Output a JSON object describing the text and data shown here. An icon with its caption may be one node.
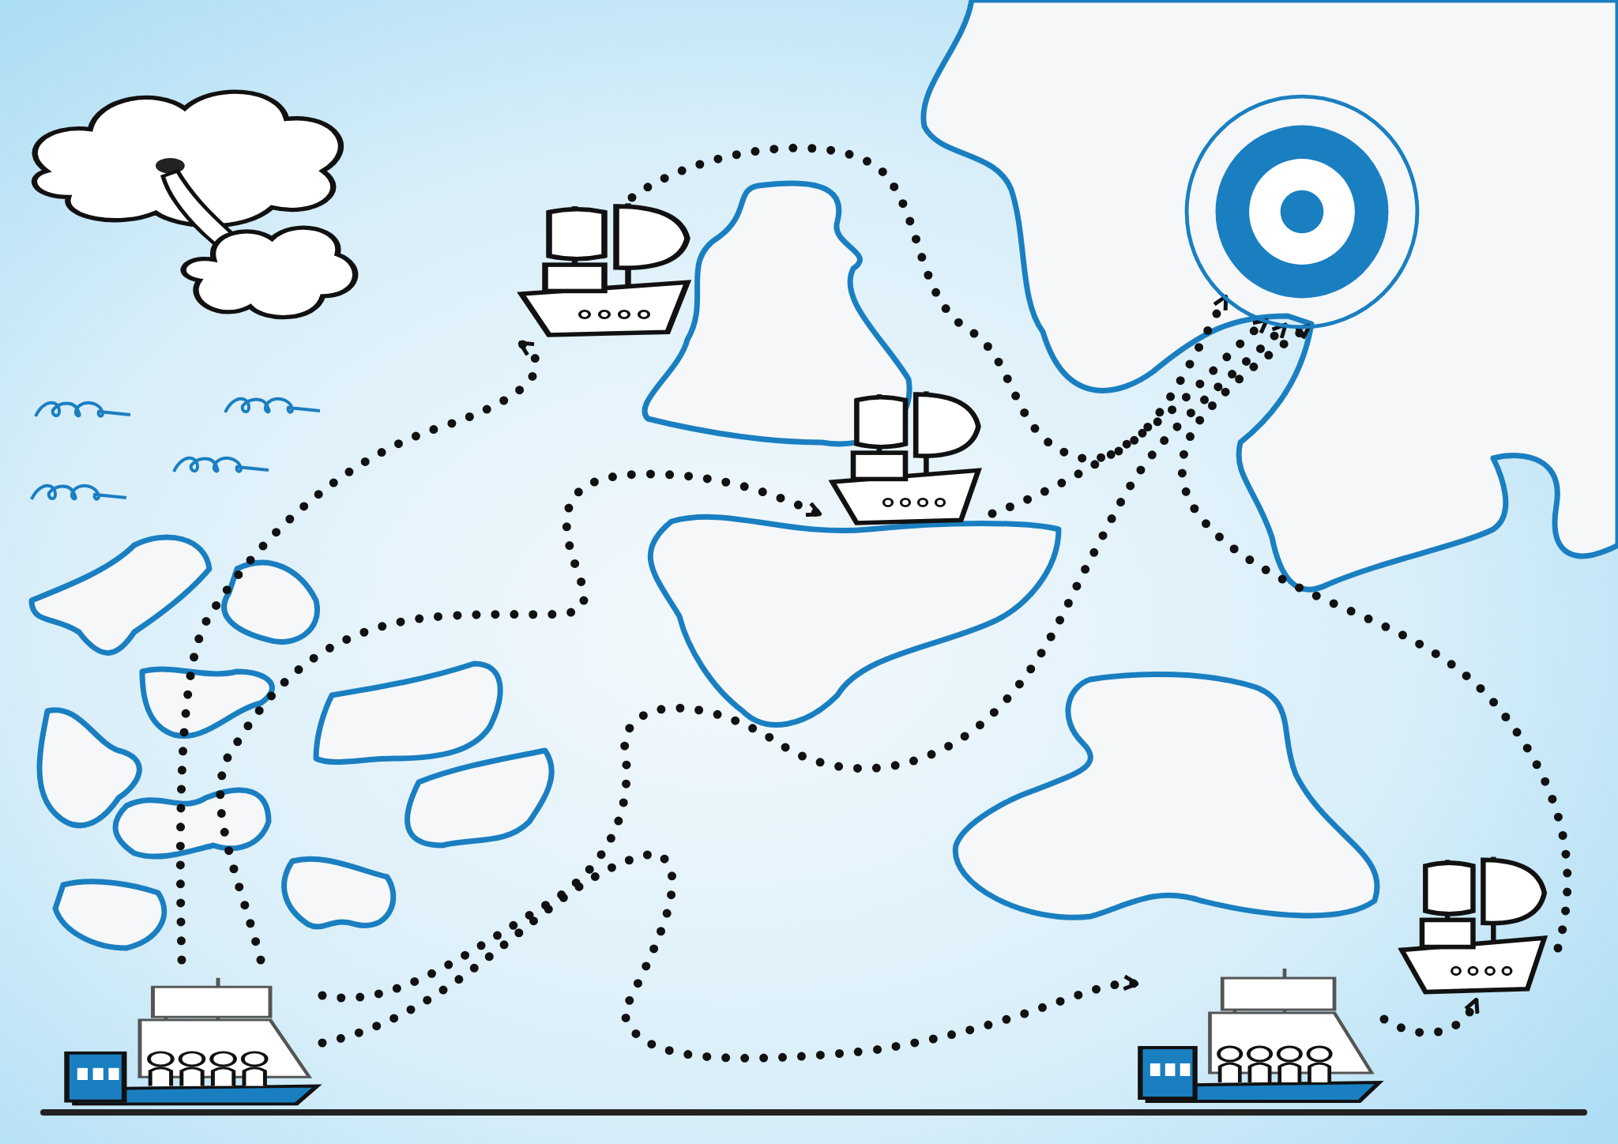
{
  "diagram": {
    "nodes": [
      {
        "text": [],
        "shape": "picture"
      },
      {
        "text": [],
        "shape": "circle"
      },
      {
        "text": [],
        "shape": "picture"
      },
      {
        "text": [],
        "shape": "picture"
      },
      {
        "text": [],
        "shape": "picture"
      },
      {
        "text": [],
        "shape": "picture"
      },
      {
        "text": [],
        "shape": "picture"
      }
    ],
    "edges": [
      {
        "from": 5,
        "to": 2,
        "arrow": "to",
        "style": "dashed"
      },
      {
        "from": 2,
        "to": 1,
        "arrow": "to",
        "style": "dashed"
      },
      {
        "from": 5,
        "to": 3,
        "arrow": "to",
        "style": "dashed"
      },
      {
        "from": 3,
        "to": 1,
        "arrow": "to",
        "style": "dashed"
      },
      {
        "from": 5,
        "to": 1,
        "arrow": "to",
        "style": "dashed"
      },
      {
        "from": 5,
        "to": 6,
        "arrow": "to",
        "style": "dashed"
      },
      {
        "from": 6,
        "to": 4,
        "arrow": "to",
        "style": "dashed"
      },
      {
        "from": 4,
        "to": 1,
        "arrow": "to",
        "style": "dashed"
      }
    ]
  }
}
